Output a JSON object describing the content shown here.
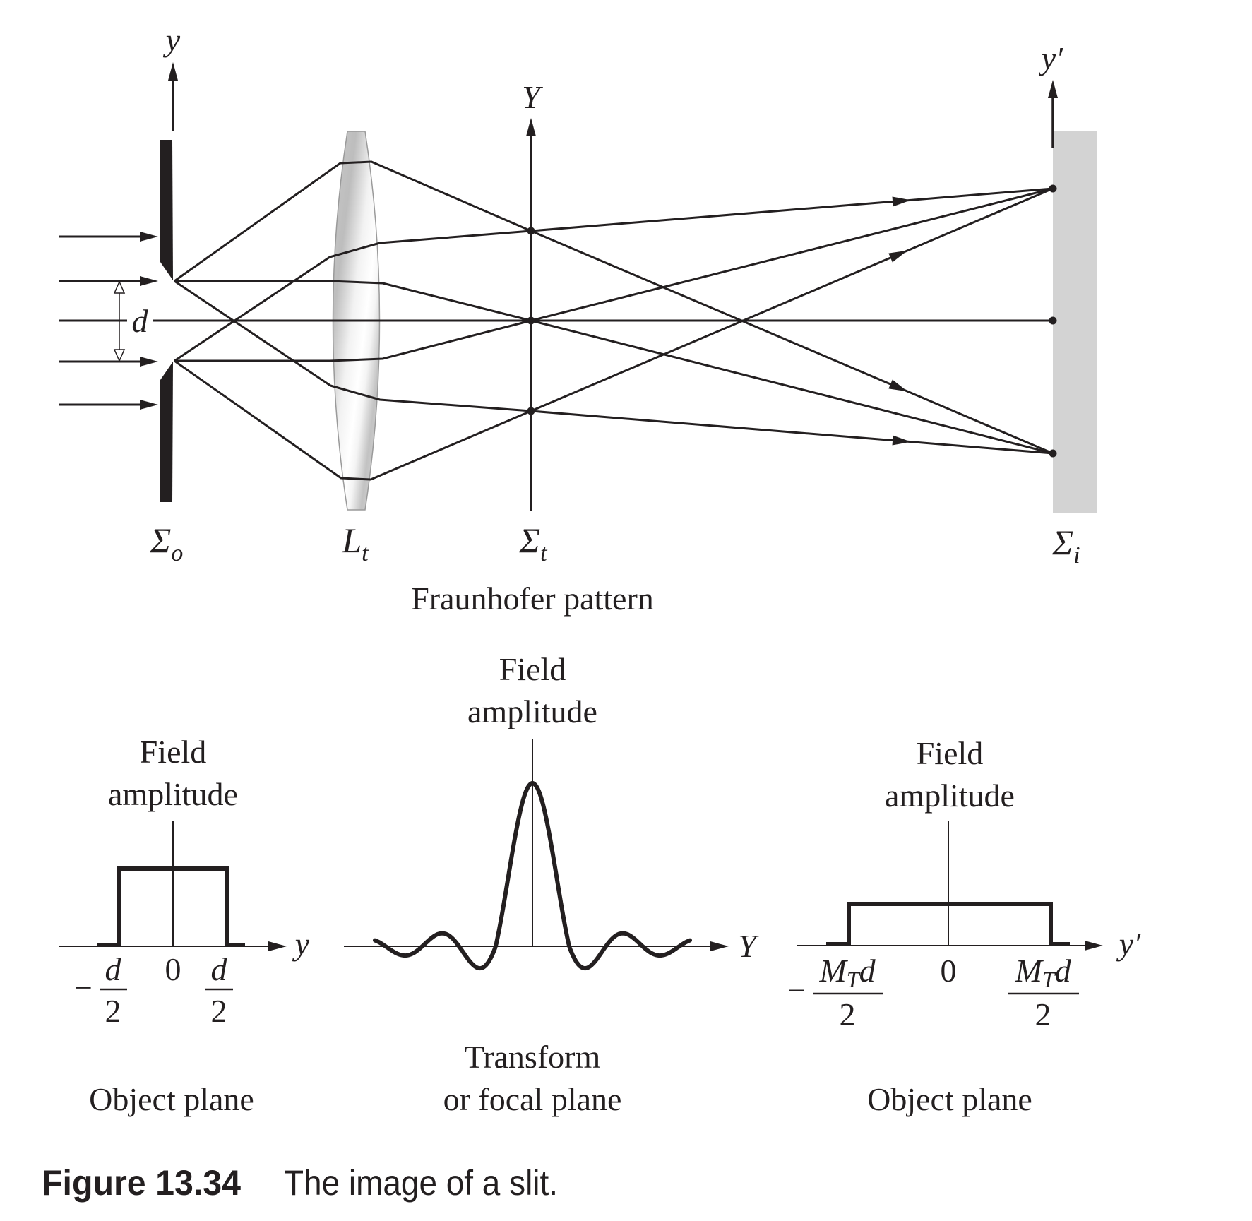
{
  "figure": {
    "number": "Figure 13.34",
    "caption": "The image of a slit."
  },
  "colors": {
    "ink": "#231f20",
    "screen": "#d3d3d3",
    "lens_edge": "#9a9a9a",
    "lens_fill": "#e6e6e6"
  },
  "optics": {
    "axis_labels": {
      "object_axis": "y",
      "transform_axis": "Y",
      "image_axis": "y′"
    },
    "slit_width_label": "d",
    "planes": {
      "object": {
        "symbol": "Σ",
        "subscript": "o"
      },
      "lens": {
        "symbol": "L",
        "subscript": "t"
      },
      "transform": {
        "symbol": "Σ",
        "subscript": "t"
      },
      "image": {
        "symbol": "Σ",
        "subscript": "i"
      }
    },
    "transform_caption": "Fraunhofer pattern",
    "incoming_ray_count": 5
  },
  "plots": {
    "object": {
      "ylabel_line1": "Field",
      "ylabel_line2": "amplitude",
      "xlabel": "y",
      "ticks": {
        "minus": "−",
        "left_num": "d",
        "left_den": "2",
        "center": "0",
        "right_num": "d",
        "right_den": "2"
      },
      "caption": "Object plane",
      "profile": "rect",
      "half_width_units": 0.5
    },
    "transform": {
      "ylabel_line1": "Field",
      "ylabel_line2": "amplitude",
      "xlabel": "Y",
      "caption_line1": "Transform",
      "caption_line2": "or focal plane",
      "profile": "sinc"
    },
    "image": {
      "ylabel_line1": "Field",
      "ylabel_line2": "amplitude",
      "xlabel": "y′",
      "ticks": {
        "minus": "−",
        "left_num_M": "M",
        "left_num_T": "T",
        "left_num_d": "d",
        "left_den": "2",
        "center": "0",
        "right_num_M": "M",
        "right_num_T": "T",
        "right_num_d": "d",
        "right_den": "2"
      },
      "caption": "Object plane",
      "profile": "rect"
    }
  }
}
